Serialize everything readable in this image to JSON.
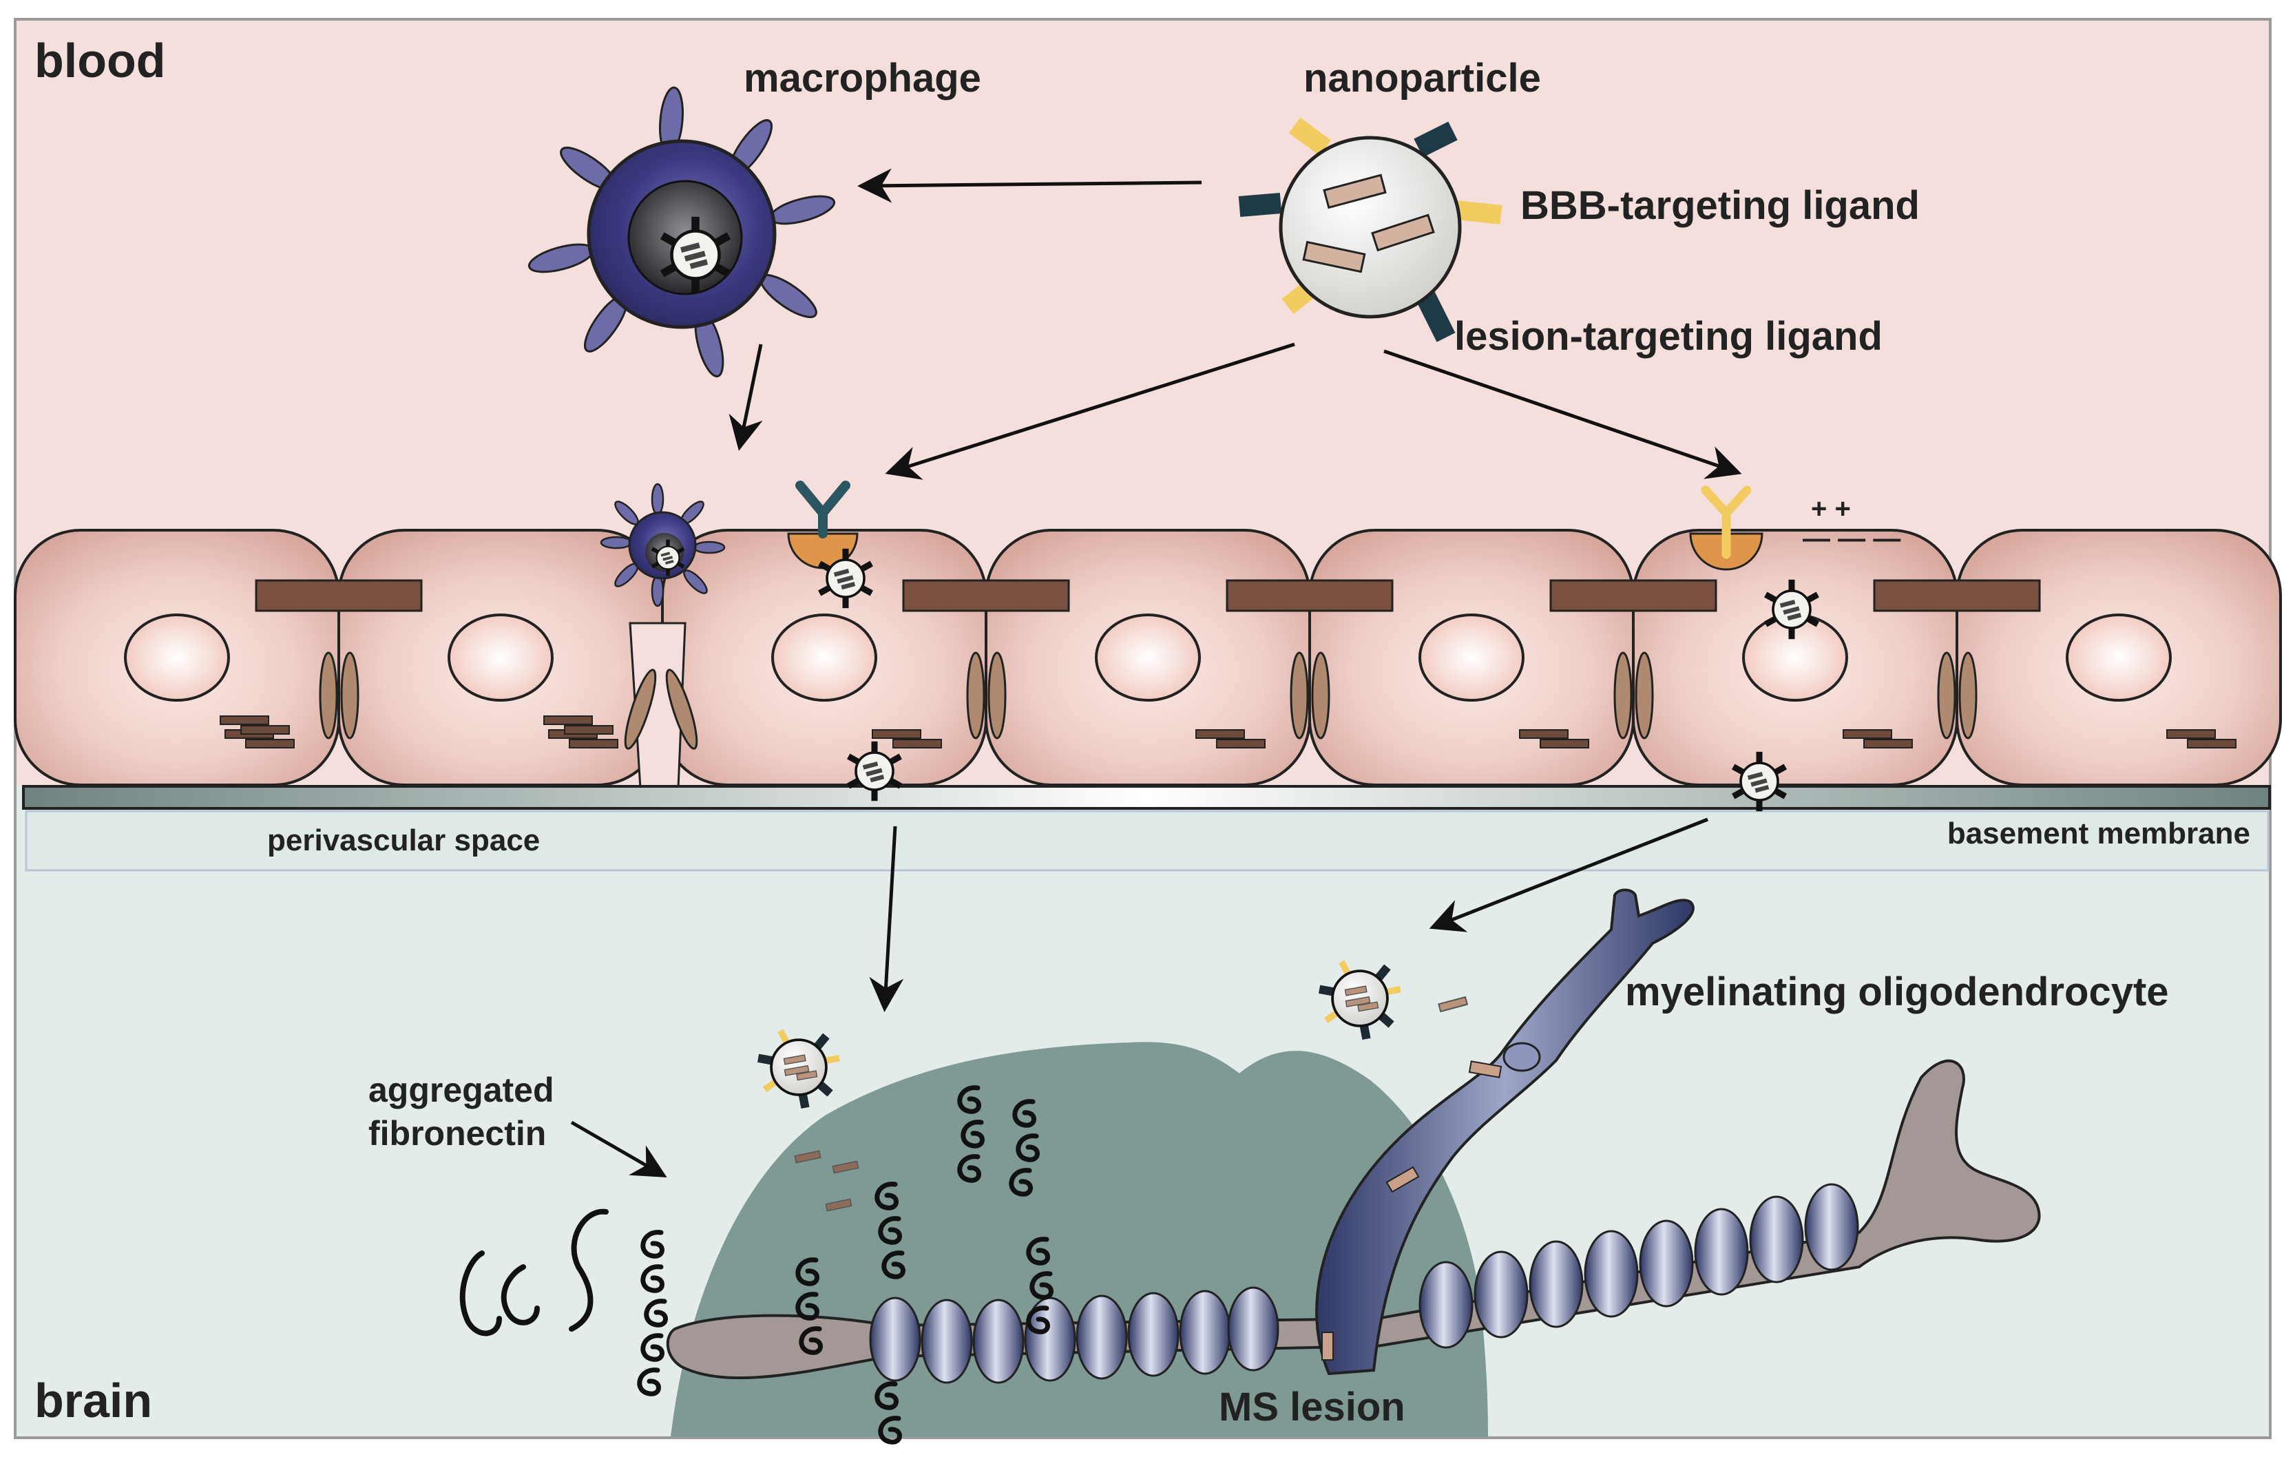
{
  "labels": {
    "blood": "blood",
    "brain": "brain",
    "macrophage": "macrophage",
    "nanoparticle": "nanoparticle",
    "bbb_ligand": "BBB-targeting ligand",
    "lesion_ligand": "lesion-targeting ligand",
    "perivascular_space": "perivascular space",
    "basement_membrane": "basement membrane",
    "myelinating_oligodendrocyte": "myelinating oligodendrocyte",
    "aggregated_fibronectin_1": "aggregated",
    "aggregated_fibronectin_2": "fibronectin",
    "ms_lesion": "MS lesion",
    "charge_positive": "+ +",
    "charge_negative": "— — —"
  },
  "colors": {
    "blood_bg": "#f5dfdc",
    "brain_bg": "#e4ecea",
    "perivascular_bg": "#dfe9e7",
    "membrane": "#7f9390",
    "cell_fill": "#e6bcb4",
    "junction": "#7a5040",
    "macrophage": "#3c3a82",
    "lesion": "#7f9a95",
    "myelin": "#4a5480",
    "axon": "#a39896",
    "ligand_bbb": "#f2cc60",
    "ligand_lesion": "#1e3a47",
    "receptor": "#e0964a",
    "outline": "#222222"
  }
}
